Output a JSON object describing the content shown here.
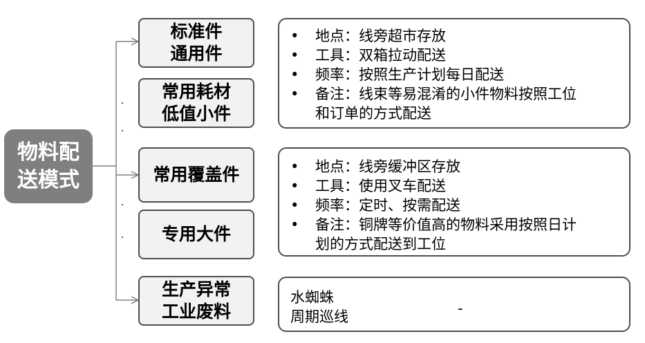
{
  "root": {
    "lines": [
      "物料配",
      "送模式"
    ]
  },
  "categories": [
    {
      "lines": [
        "标准件",
        "通用件"
      ]
    },
    {
      "lines": [
        "常用耗材",
        "低值小件"
      ]
    },
    {
      "lines": [
        "常用覆盖件"
      ]
    },
    {
      "lines": [
        "专用大件"
      ]
    },
    {
      "lines": [
        "生产异常",
        "工业废料"
      ]
    }
  ],
  "details": [
    {
      "items": [
        {
          "lines": [
            "地点：线旁超市存放"
          ]
        },
        {
          "lines": [
            "工具：双箱拉动配送"
          ]
        },
        {
          "lines": [
            "频率：按照生产计划每日配送"
          ]
        },
        {
          "lines": [
            "备注：线束等易混淆的小件物料按照工位",
            "和订单的方式配送"
          ]
        }
      ]
    },
    {
      "items": [
        {
          "lines": [
            "地点：线旁缓冲区存放"
          ]
        },
        {
          "lines": [
            "工具：使用叉车配送"
          ]
        },
        {
          "lines": [
            "频率：定时、按需配送"
          ]
        },
        {
          "lines": [
            "备注：铜牌等价值高的物料采用按照日计",
            "划的方式配送到工位"
          ]
        }
      ]
    },
    {
      "plain_lines": [
        "水蜘蛛",
        "周期巡线"
      ],
      "mark": "-"
    }
  ],
  "bullet_char": "•",
  "colors": {
    "root_fill": "#7f7f7f",
    "category_fill": "#f2f2f2",
    "border": "#4d4d4d",
    "connector": "#808080"
  }
}
